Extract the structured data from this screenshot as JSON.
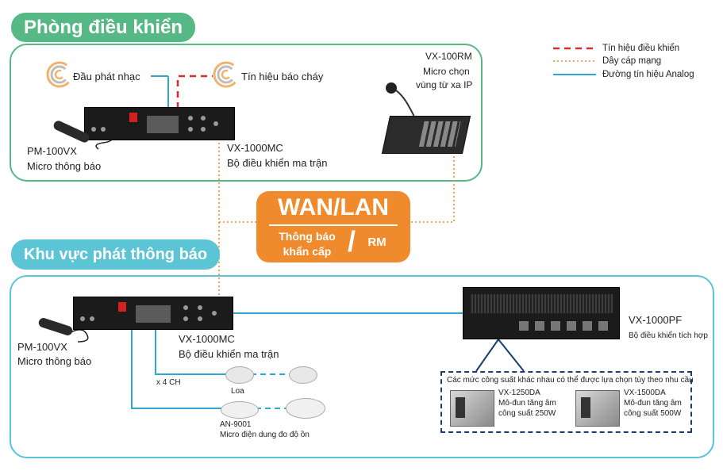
{
  "colors": {
    "green": "#56b885",
    "cyan": "#5bc5d6",
    "orange": "#ef8b2c",
    "red": "#e02b2b",
    "navy": "#1b3e6e",
    "analog": "#2ea6d6"
  },
  "control_room": {
    "title": "Phòng điều khiển",
    "music_source": "Đầu phát nhạc",
    "fire_signal": "Tín hiệu báo cháy",
    "mic_model": "PM-100VX",
    "mic_desc": "Micro thông báo",
    "matrix_model": "VX-1000MC",
    "matrix_desc": "Bộ điều khiển ma trận",
    "rm_model": "VX-100RM",
    "rm_desc_1": "Micro chọn",
    "rm_desc_2": "vùng từ xa IP",
    "source_icons": [
      "music-source-icon",
      "fire-signal-icon"
    ]
  },
  "legend": {
    "control": "Tín hiệu điều khiển",
    "network": "Dây cáp mạng",
    "analog": "Đường tín hiệu Analog"
  },
  "wan": {
    "title": "WAN/LAN",
    "emergency_1": "Thông báo",
    "emergency_2": "khẩn cấp",
    "slash": "/",
    "rm": "RM"
  },
  "broadcast": {
    "title": "Khu vực phát thông báo",
    "mic_model": "PM-100VX",
    "mic_desc": "Micro thông báo",
    "matrix_model": "VX-1000MC",
    "matrix_desc": "Bộ điều khiển ma trận",
    "channels": "x 4 CH",
    "speaker": "Loa",
    "an_model": "AN-9001",
    "an_desc": "Micro điện dung đo độ ồn",
    "pf_model": "VX-1000PF",
    "pf_desc": "Bộ điều khiển tích hợp",
    "options_note": "Các mức công suất khác nhau có thể được lựa chọn tùy theo nhu cầu",
    "amp1_model": "VX-1250DA",
    "amp1_desc_1": "Mô-đun tăng âm",
    "amp1_desc_2": "công suất 250W",
    "amp2_model": "VX-1500DA",
    "amp2_desc_1": "Mô-đun tăng âm",
    "amp2_desc_2": "công suất 500W"
  }
}
